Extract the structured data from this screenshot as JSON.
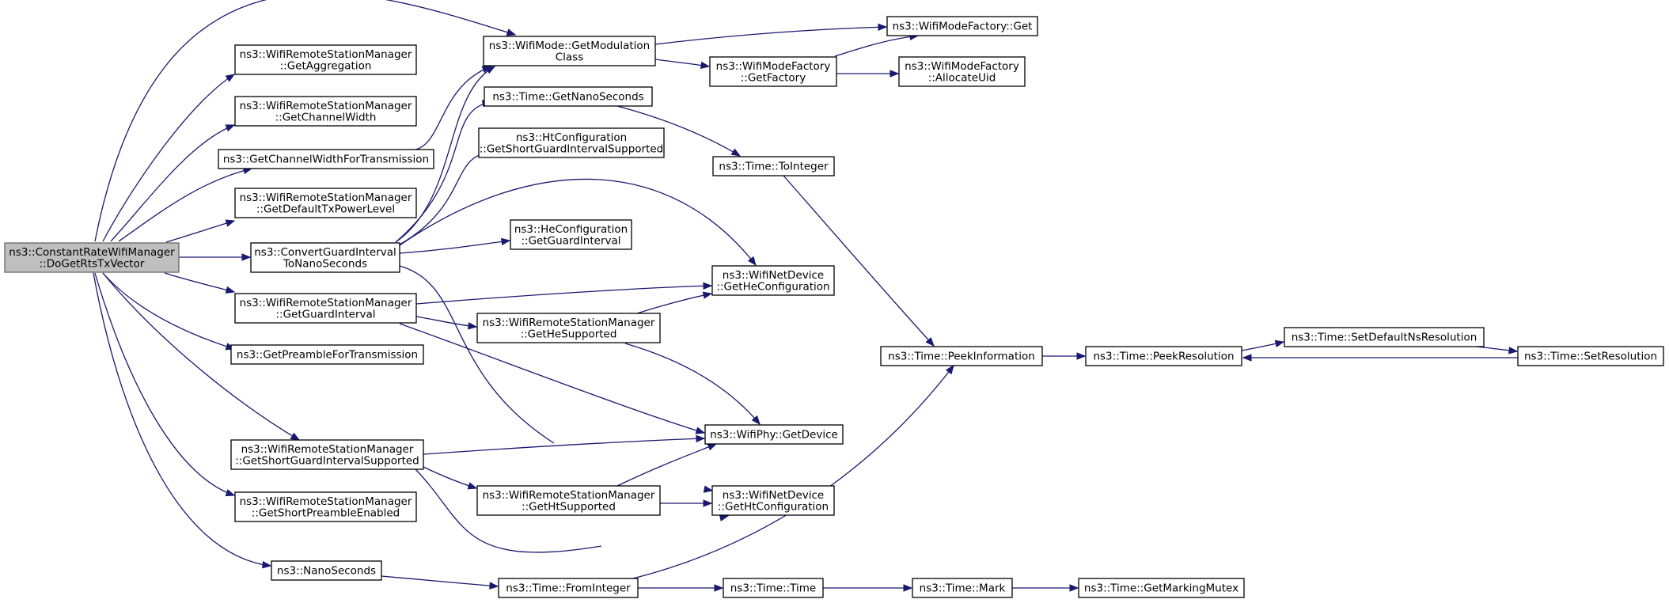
{
  "diagram": {
    "type": "call-graph",
    "nodes": [
      {
        "id": "root",
        "lines": [
          "ns3::ConstantRateWifiManager",
          "::DoGetRtsTxVector"
        ],
        "root": true
      },
      {
        "id": "getModulationClass",
        "lines": [
          "ns3::WifiMode::GetModulation",
          "Class"
        ]
      },
      {
        "id": "getAggregation",
        "lines": [
          "ns3::WifiRemoteStationManager",
          "::GetAggregation"
        ]
      },
      {
        "id": "getChannelWidth",
        "lines": [
          "ns3::WifiRemoteStationManager",
          "::GetChannelWidth"
        ]
      },
      {
        "id": "getChannelWidthForTx",
        "lines": [
          "ns3::GetChannelWidthForTransmission"
        ]
      },
      {
        "id": "getDefaultTxPowerLevel",
        "lines": [
          "ns3::WifiRemoteStationManager",
          "::GetDefaultTxPowerLevel"
        ]
      },
      {
        "id": "convertGuardInterval",
        "lines": [
          "ns3::ConvertGuardInterval",
          "ToNanoSeconds"
        ]
      },
      {
        "id": "getGuardInterval",
        "lines": [
          "ns3::WifiRemoteStationManager",
          "::GetGuardInterval"
        ]
      },
      {
        "id": "getPreambleForTx",
        "lines": [
          "ns3::GetPreambleForTransmission"
        ]
      },
      {
        "id": "getShortGuardIntervalSupported",
        "lines": [
          "ns3::WifiRemoteStationManager",
          "::GetShortGuardIntervalSupported"
        ]
      },
      {
        "id": "getShortPreambleEnabled",
        "lines": [
          "ns3::WifiRemoteStationManager",
          "::GetShortPreambleEnabled"
        ]
      },
      {
        "id": "nanoSeconds",
        "lines": [
          "ns3::NanoSeconds"
        ]
      },
      {
        "id": "timeGetNanoSeconds",
        "lines": [
          "ns3::Time::GetNanoSeconds"
        ]
      },
      {
        "id": "htConfigGetSGI",
        "lines": [
          "ns3::HtConfiguration",
          "::GetShortGuardIntervalSupported"
        ]
      },
      {
        "id": "heConfigGetGI",
        "lines": [
          "ns3::HeConfiguration",
          "::GetGuardInterval"
        ]
      },
      {
        "id": "getHeSupported",
        "lines": [
          "ns3::WifiRemoteStationManager",
          "::GetHeSupported"
        ]
      },
      {
        "id": "getHtSupported",
        "lines": [
          "ns3::WifiRemoteStationManager",
          "::GetHtSupported"
        ]
      },
      {
        "id": "timeFromInteger",
        "lines": [
          "ns3::Time::FromInteger"
        ]
      },
      {
        "id": "modeFactoryGet",
        "lines": [
          "ns3::WifiModeFactory::Get"
        ]
      },
      {
        "id": "modeFactoryGetFactory",
        "lines": [
          "ns3::WifiModeFactory",
          "::GetFactory"
        ]
      },
      {
        "id": "modeFactoryAllocateUid",
        "lines": [
          "ns3::WifiModeFactory",
          "::AllocateUid"
        ]
      },
      {
        "id": "timeToInteger",
        "lines": [
          "ns3::Time::ToInteger"
        ]
      },
      {
        "id": "netDeviceGetHeConfig",
        "lines": [
          "ns3::WifiNetDevice",
          "::GetHeConfiguration"
        ]
      },
      {
        "id": "phyGetDevice",
        "lines": [
          "ns3::WifiPhy::GetDevice"
        ]
      },
      {
        "id": "netDeviceGetHtConfig",
        "lines": [
          "ns3::WifiNetDevice",
          "::GetHtConfiguration"
        ]
      },
      {
        "id": "timeTime",
        "lines": [
          "ns3::Time::Time"
        ]
      },
      {
        "id": "timeMark",
        "lines": [
          "ns3::Time::Mark"
        ]
      },
      {
        "id": "timeGetMarkingMutex",
        "lines": [
          "ns3::Time::GetMarkingMutex"
        ]
      },
      {
        "id": "timePeekInformation",
        "lines": [
          "ns3::Time::PeekInformation"
        ]
      },
      {
        "id": "timePeekResolution",
        "lines": [
          "ns3::Time::PeekResolution"
        ]
      },
      {
        "id": "timeSetDefaultNsResolution",
        "lines": [
          "ns3::Time::SetDefaultNsResolution"
        ]
      },
      {
        "id": "timeSetResolution",
        "lines": [
          "ns3::Time::SetResolution"
        ]
      }
    ],
    "edges": [
      {
        "from": "root",
        "to": "getModulationClass"
      },
      {
        "from": "root",
        "to": "getAggregation"
      },
      {
        "from": "root",
        "to": "getChannelWidth"
      },
      {
        "from": "root",
        "to": "getChannelWidthForTx"
      },
      {
        "from": "root",
        "to": "getDefaultTxPowerLevel"
      },
      {
        "from": "root",
        "to": "convertGuardInterval"
      },
      {
        "from": "root",
        "to": "getGuardInterval"
      },
      {
        "from": "root",
        "to": "getPreambleForTx"
      },
      {
        "from": "root",
        "to": "getShortGuardIntervalSupported"
      },
      {
        "from": "root",
        "to": "getShortPreambleEnabled"
      },
      {
        "from": "root",
        "to": "nanoSeconds"
      },
      {
        "from": "getChannelWidthForTx",
        "to": "getModulationClass"
      },
      {
        "from": "convertGuardInterval",
        "to": "getModulationClass"
      },
      {
        "from": "convertGuardInterval",
        "to": "timeGetNanoSeconds"
      },
      {
        "from": "convertGuardInterval",
        "to": "htConfigGetSGI"
      },
      {
        "from": "convertGuardInterval",
        "to": "heConfigGetGI"
      },
      {
        "from": "convertGuardInterval",
        "to": "netDeviceGetHeConfig"
      },
      {
        "from": "convertGuardInterval",
        "to": "netDeviceGetHtConfig"
      },
      {
        "from": "getGuardInterval",
        "to": "netDeviceGetHeConfig"
      },
      {
        "from": "getGuardInterval",
        "to": "getHeSupported"
      },
      {
        "from": "getGuardInterval",
        "to": "phyGetDevice"
      },
      {
        "from": "getShortGuardIntervalSupported",
        "to": "phyGetDevice"
      },
      {
        "from": "getShortGuardIntervalSupported",
        "to": "getHtSupported"
      },
      {
        "from": "getShortGuardIntervalSupported",
        "to": "netDeviceGetHtConfig"
      },
      {
        "from": "getHeSupported",
        "to": "netDeviceGetHeConfig"
      },
      {
        "from": "getHeSupported",
        "to": "phyGetDevice"
      },
      {
        "from": "getHtSupported",
        "to": "phyGetDevice"
      },
      {
        "from": "getHtSupported",
        "to": "netDeviceGetHtConfig"
      },
      {
        "from": "nanoSeconds",
        "to": "timeFromInteger"
      },
      {
        "from": "getModulationClass",
        "to": "modeFactoryGet"
      },
      {
        "from": "getModulationClass",
        "to": "modeFactoryGetFactory"
      },
      {
        "from": "modeFactoryGetFactory",
        "to": "modeFactoryGet"
      },
      {
        "from": "modeFactoryGetFactory",
        "to": "modeFactoryAllocateUid"
      },
      {
        "from": "timeGetNanoSeconds",
        "to": "timeToInteger"
      },
      {
        "from": "timeToInteger",
        "to": "timePeekInformation"
      },
      {
        "from": "timeFromInteger",
        "to": "timePeekInformation"
      },
      {
        "from": "timeFromInteger",
        "to": "timeTime"
      },
      {
        "from": "timeTime",
        "to": "timeMark"
      },
      {
        "from": "timeMark",
        "to": "timeGetMarkingMutex"
      },
      {
        "from": "timePeekInformation",
        "to": "timePeekResolution"
      },
      {
        "from": "timePeekResolution",
        "to": "timeSetDefaultNsResolution"
      },
      {
        "from": "timeSetDefaultNsResolution",
        "to": "timeSetResolution"
      },
      {
        "from": "timeSetResolution",
        "to": "timePeekResolution"
      }
    ]
  },
  "colors": {
    "edge": "#191970",
    "root_fill": "#bfbfbf",
    "node_fill": "#ffffff",
    "node_border": "#000000"
  }
}
